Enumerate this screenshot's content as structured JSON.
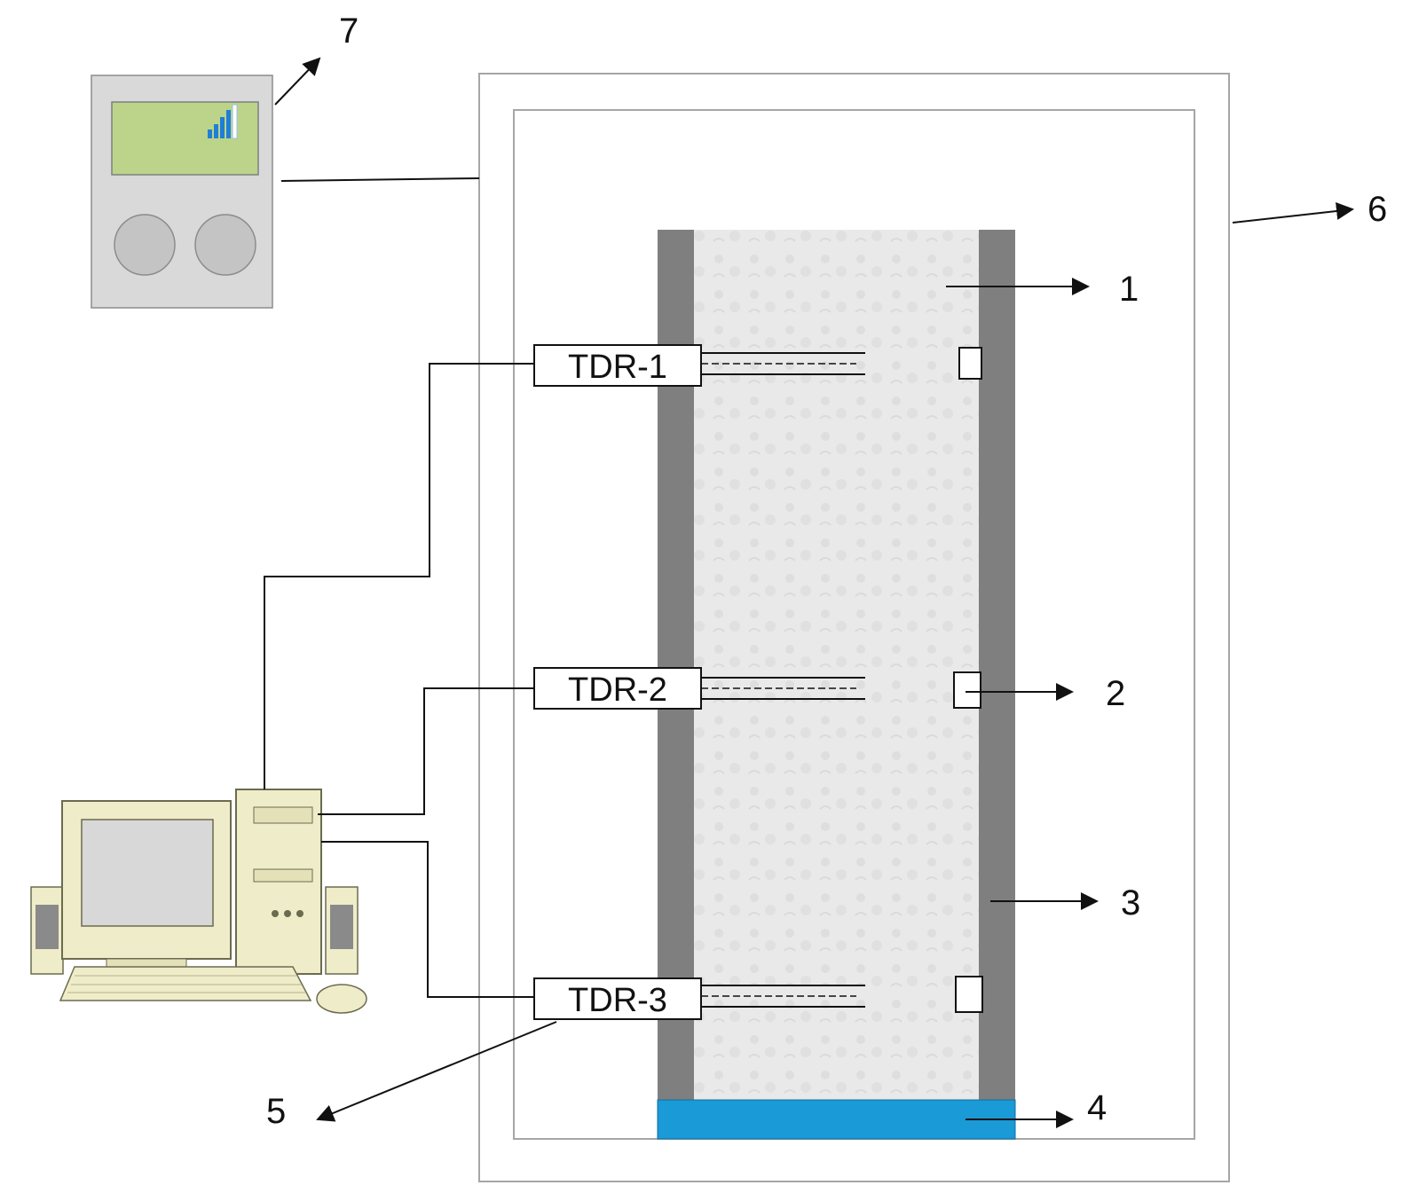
{
  "colors": {
    "background": "#ffffff",
    "frame_stroke": "#a6a6a6",
    "column_wall": "#7f7f7f",
    "soil_fill": "#e7e7e7",
    "water_layer": "#1a9ad6",
    "line": "#111111",
    "device_body": "#d9d9d9",
    "device_screen": "#bcd38a",
    "signal_bars": "#1f7fd6",
    "computer_beige": "#efecc9"
  },
  "icons": {
    "data_logger": "data-logger-icon",
    "computer": "desktop-computer-icon",
    "signal": "signal-bars-icon"
  },
  "probes": [
    {
      "label": "TDR-1"
    },
    {
      "label": "TDR-2"
    },
    {
      "label": "TDR-3"
    }
  ],
  "callouts": {
    "c1": "1",
    "c2": "2",
    "c3": "3",
    "c4": "4",
    "c5": "5",
    "c6": "6",
    "c7": "7"
  }
}
